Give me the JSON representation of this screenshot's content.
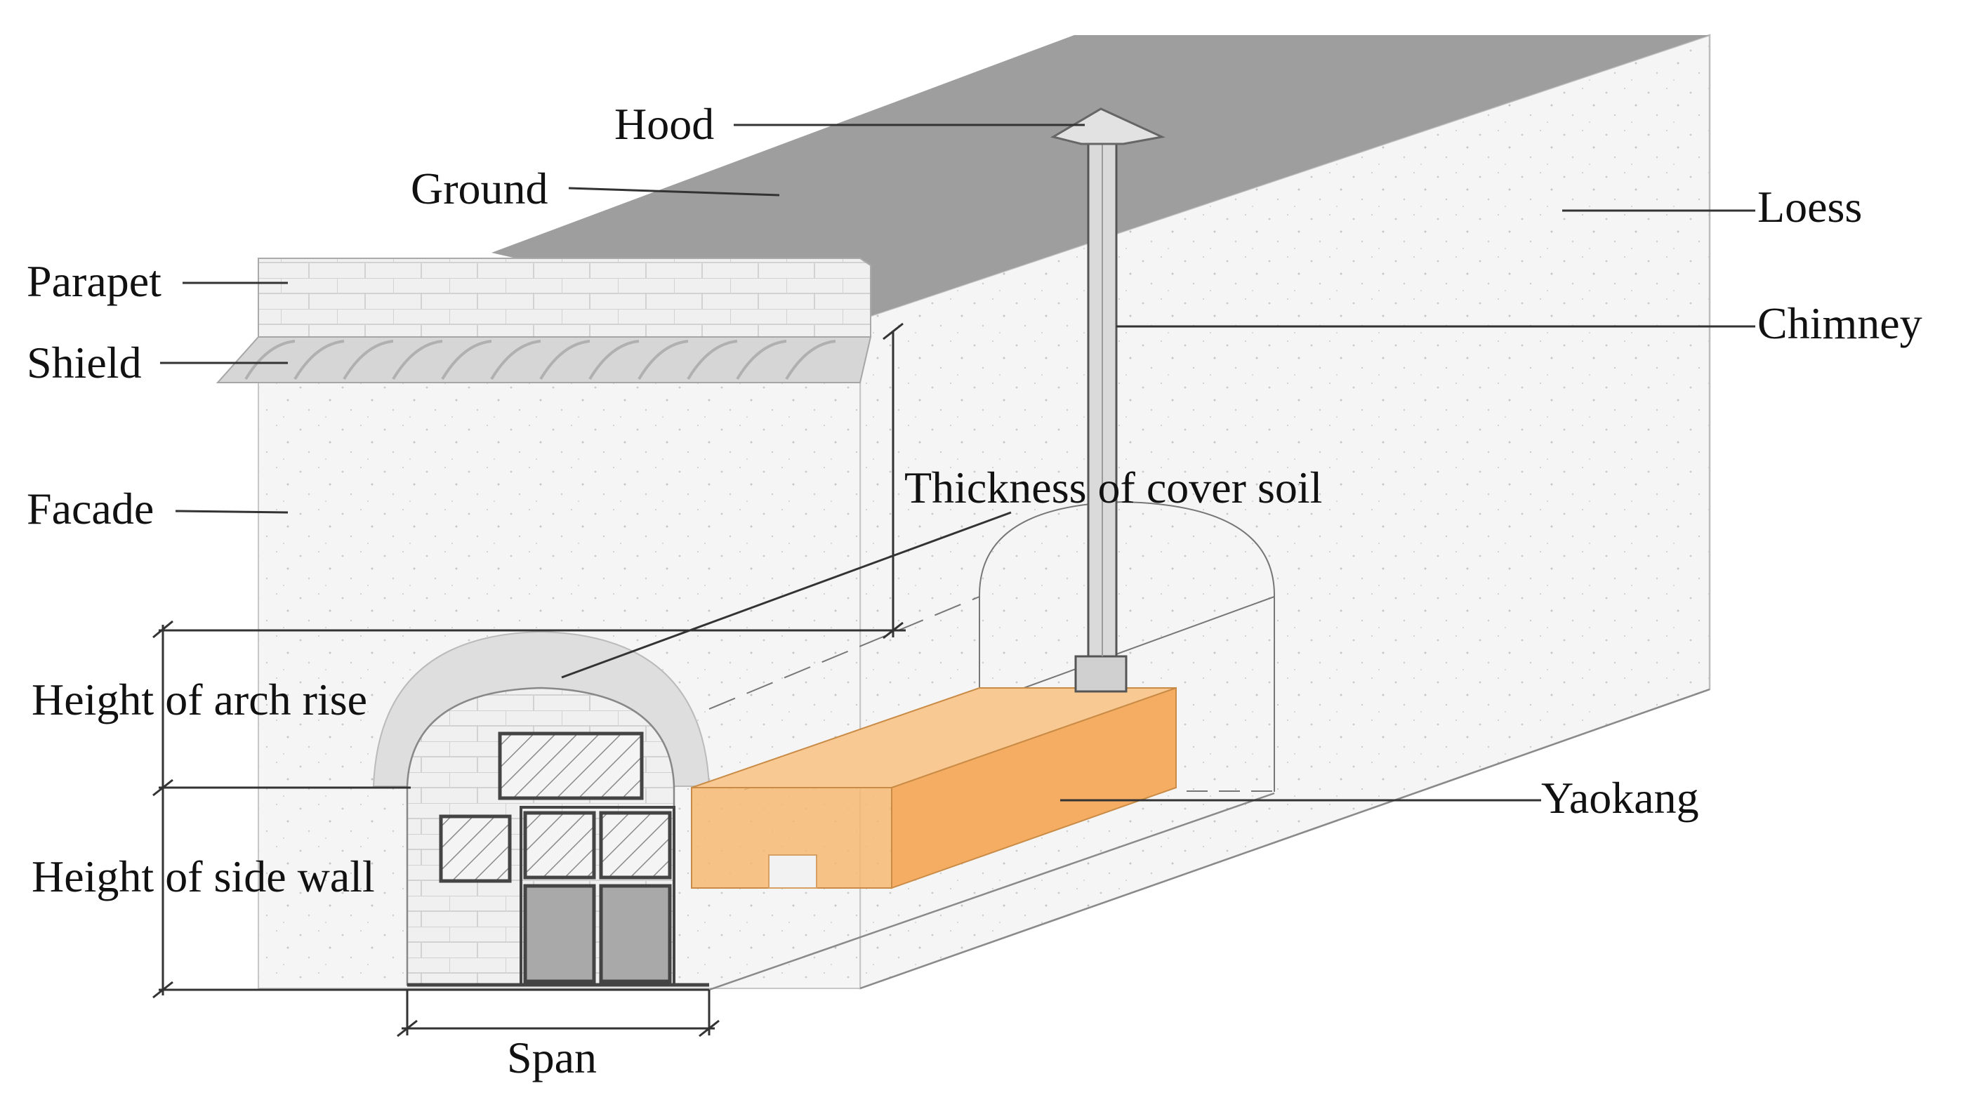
{
  "labels": {
    "hood": "Hood",
    "ground": "Ground",
    "parapet": "Parapet",
    "shield": "Shield",
    "facade": "Facade",
    "loess": "Loess",
    "chimney": "Chimney",
    "thickness_cover_soil": "Thickness of cover soil",
    "height_arch_rise": "Height of arch rise",
    "height_side_wall": "Height of side wall",
    "yaokang": "Yaokang",
    "span": "Span"
  },
  "colors": {
    "ground": "#9e9e9e",
    "loess": "#f3f3f3",
    "facade": "#eeeeee",
    "parapet": "#dcdcdc",
    "shield": "#cfcfcf",
    "yaokang": "#f6b872",
    "door_panel": "#a9a9a9",
    "glass_hatch": "#888888"
  }
}
